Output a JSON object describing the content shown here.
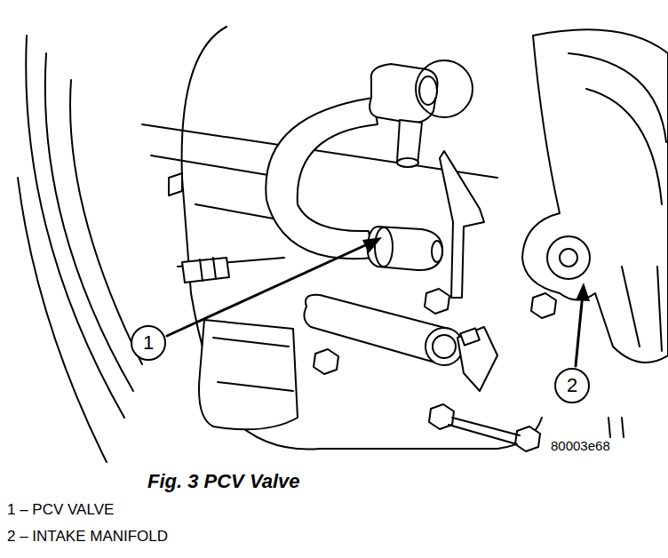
{
  "diagram": {
    "caption": "Fig. 3 PCV Valve",
    "nodes": [
      {
        "text": [
          "1"
        ]
      },
      {
        "text": [
          "2"
        ]
      }
    ],
    "labels": [
      "1 – PCV VALVE",
      "2 – INTAKE MANIFOLD",
      "80003e68"
    ]
  }
}
